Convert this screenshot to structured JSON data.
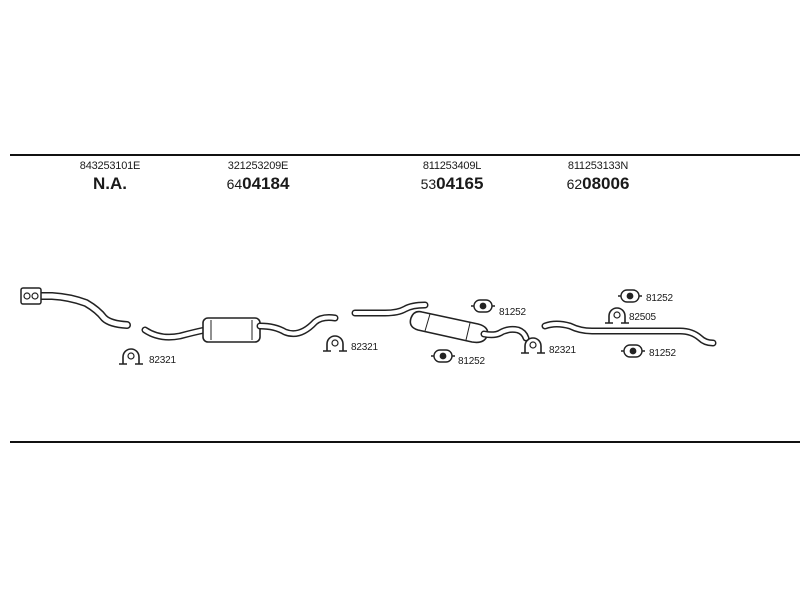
{
  "columns": [
    {
      "oe_number": "843253101E",
      "article_prefix": "",
      "article_number": "N.A."
    },
    {
      "oe_number": "321253209E",
      "article_prefix": "64",
      "article_number": "04184"
    },
    {
      "oe_number": "811253409L",
      "article_prefix": "53",
      "article_number": "04165"
    },
    {
      "oe_number": "811253133N",
      "article_prefix": "62",
      "article_number": "08006"
    }
  ],
  "parts": {
    "clamp_1": "82321",
    "clamp_2": "82321",
    "rubber_mount_1": "81252",
    "rubber_mount_2": "81252",
    "clamp_3": "82321",
    "rubber_mount_3": "81252",
    "clamp_4": "82505",
    "rubber_mount_4": "81252"
  }
}
